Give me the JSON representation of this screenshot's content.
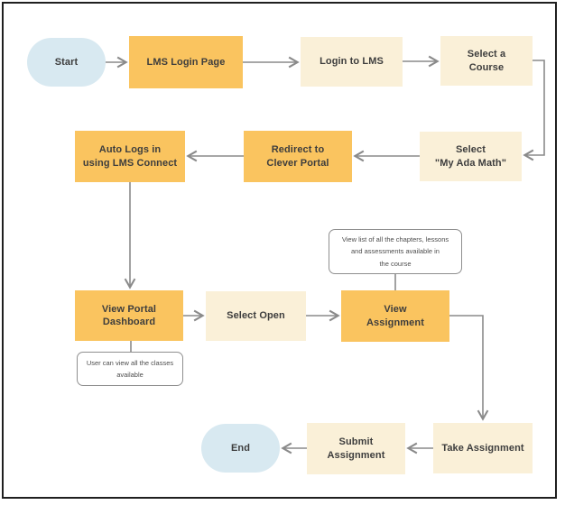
{
  "diagram": {
    "nodes": {
      "start": {
        "label": "Start"
      },
      "lms_login_page": {
        "label": "LMS Login Page"
      },
      "login_to_lms": {
        "label": "Login to LMS"
      },
      "select_a_course": {
        "label": "Select a\nCourse"
      },
      "select_my_ada_math": {
        "label": "Select\n\"My Ada Math\""
      },
      "redirect_to_clever_portal": {
        "label": "Redirect to\nClever Portal"
      },
      "auto_logs_in_using_lms_connect": {
        "label": "Auto Logs in\nusing LMS Connect"
      },
      "view_portal_dashboard": {
        "label": "View Portal\nDashboard"
      },
      "select_open": {
        "label": "Select Open"
      },
      "view_assignment": {
        "label": "View\nAssignment"
      },
      "take_assignment": {
        "label": "Take Assignment"
      },
      "submit_assignment": {
        "label": "Submit\nAssignment"
      },
      "end": {
        "label": "End"
      }
    },
    "annotations": {
      "chapters_note": {
        "text": "View list of all the chapters, lessons\nand assessments available in\nthe course",
        "attached_to": "view_assignment"
      },
      "classes_note": {
        "text": "User can view all the classes\navailable",
        "attached_to": "view_portal_dashboard"
      }
    },
    "edges": [
      {
        "from": "start",
        "to": "lms_login_page"
      },
      {
        "from": "lms_login_page",
        "to": "login_to_lms"
      },
      {
        "from": "login_to_lms",
        "to": "select_a_course"
      },
      {
        "from": "select_a_course",
        "to": "select_my_ada_math"
      },
      {
        "from": "select_my_ada_math",
        "to": "redirect_to_clever_portal"
      },
      {
        "from": "redirect_to_clever_portal",
        "to": "auto_logs_in_using_lms_connect"
      },
      {
        "from": "auto_logs_in_using_lms_connect",
        "to": "view_portal_dashboard"
      },
      {
        "from": "view_portal_dashboard",
        "to": "select_open"
      },
      {
        "from": "select_open",
        "to": "view_assignment"
      },
      {
        "from": "view_assignment",
        "to": "take_assignment"
      },
      {
        "from": "take_assignment",
        "to": "submit_assignment"
      },
      {
        "from": "submit_assignment",
        "to": "end"
      }
    ],
    "colors": {
      "process_orange": "#FAC45F",
      "step_cream": "#FAF0D8",
      "terminal_blue": "#D8E9F1",
      "connector_gray": "#8A8A8A",
      "note_border": "#8F8F8F",
      "text_dark": "#3D3D3D",
      "frame_border": "#1F1F1F"
    }
  }
}
